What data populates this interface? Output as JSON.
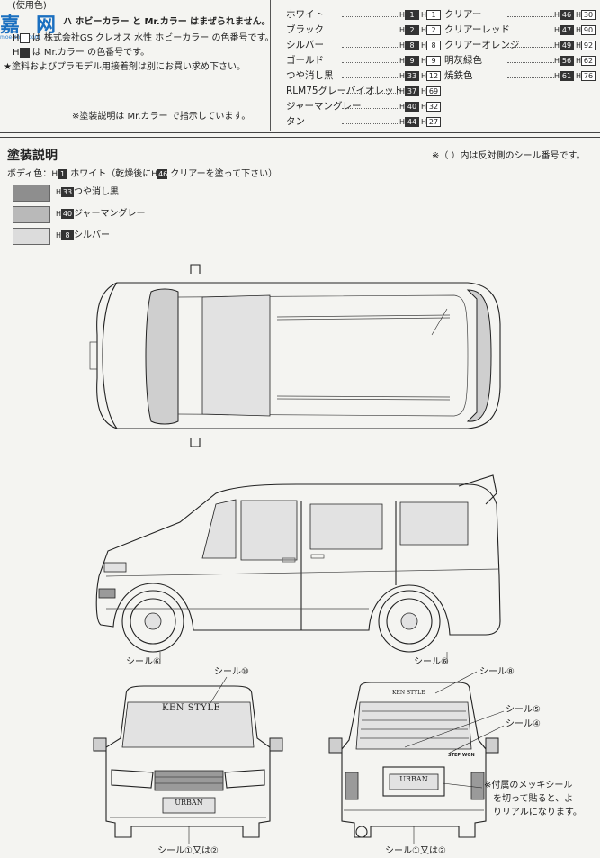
{
  "header": {
    "usage_colors_label": "(使用色)",
    "legend_brand_line": "ハ ホビーカラー と Mr.カラー はまぜられません。",
    "legend_gsi_line": "は 株式会社GSIクレオス 水性 ホビーカラー の色番号です。",
    "legend_mr_line": "は Mr.カラー の色番号です。",
    "legend_buy_line": "★塗料およびプラモデル用接着剤は別にお買い求め下さい。",
    "legend_note_line": "※塗装説明は Mr.カラー で指示しています。",
    "h_prefix": "H",
    "watermark_main": "嘉",
    "watermark_sub": "网",
    "watermark_url": "moe-shop.com"
  },
  "colors_left": [
    {
      "name": "ホワイト",
      "h1": "H",
      "n1": "1",
      "h2": "H",
      "n2": "1"
    },
    {
      "name": "ブラック",
      "h1": "H",
      "n1": "2",
      "h2": "H",
      "n2": "2"
    },
    {
      "name": "シルバー",
      "h1": "H",
      "n1": "8",
      "h2": "H",
      "n2": "8"
    },
    {
      "name": "ゴールド",
      "h1": "H",
      "n1": "9",
      "h2": "H",
      "n2": "9"
    },
    {
      "name": "つや消し黒",
      "h1": "H",
      "n1": "33",
      "h2": "H",
      "n2": "12"
    },
    {
      "name": "RLM75グレーバイオレット",
      "h1": "H",
      "n1": "37",
      "h2": "H",
      "n2": "69"
    },
    {
      "name": "ジャーマングレー",
      "h1": "H",
      "n1": "40",
      "h2": "H",
      "n2": "32"
    },
    {
      "name": "タン",
      "h1": "H",
      "n1": "44",
      "h2": "H",
      "n2": "27"
    }
  ],
  "colors_right": [
    {
      "name": "クリアー",
      "h1": "H",
      "n1": "46",
      "h2": "H",
      "n2": "30"
    },
    {
      "name": "クリアーレッド",
      "h1": "H",
      "n1": "47",
      "h2": "H",
      "n2": "90"
    },
    {
      "name": "クリアーオレンジ",
      "h1": "H",
      "n1": "49",
      "h2": "H",
      "n2": "92"
    },
    {
      "name": "明灰緑色",
      "h1": "H",
      "n1": "56",
      "h2": "H",
      "n2": "62"
    },
    {
      "name": "焼鉄色",
      "h1": "H",
      "n1": "61",
      "h2": "H",
      "n2": "76"
    }
  ],
  "painting": {
    "title": "塗装説明",
    "seal_note": "※（ ）内は反対側のシール番号です。",
    "body_color_prefix": "ボディ色：",
    "body_color_code": "1",
    "body_color_text": "ホワイト（乾燥後に",
    "body_color_code2": "46",
    "body_color_text2": "クリアーを塗って下さい）",
    "swatches": [
      {
        "code": "33",
        "label": "つや消し黒",
        "color": "#8e8e8e"
      },
      {
        "code": "40",
        "label": "ジャーマングレー",
        "color": "#b9b9b9"
      },
      {
        "code": "8",
        "label": "シルバー",
        "color": "#dcdcdc"
      }
    ]
  },
  "callouts": {
    "side_left": "シール⑥",
    "side_right": "シール⑥",
    "front_top": "シール⑩",
    "front_bottom": "シール①又は②",
    "rear_top": "シール⑧",
    "rear_5": "シール⑤",
    "rear_4": "シール④",
    "rear_bottom": "シール①又は②",
    "rear_note": "※付属のメッキシールを切って貼ると、よりリアルになります。",
    "rear_note_l1": "※付属のメッキシール",
    "rear_note_l2": "を切って貼ると、よ",
    "rear_note_l3": "りリアルになります。"
  },
  "vehicle_text": {
    "windshield_brand": "KEN STYLE",
    "front_plate": "URBAN",
    "rear_plate": "URBAN",
    "rear_glass_brand": "KEN STYLE",
    "rear_badge": "STEP WGN"
  }
}
